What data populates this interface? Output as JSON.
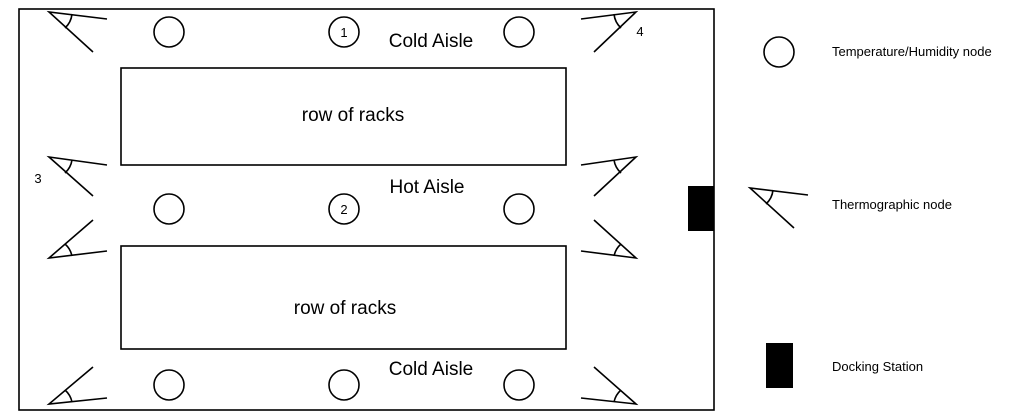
{
  "aisles": {
    "cold_top": "Cold Aisle",
    "hot": "Hot Aisle",
    "cold_bottom": "Cold Aisle"
  },
  "racks": {
    "top": "row of racks",
    "bottom": "row of racks"
  },
  "node_numbers": {
    "temp_top_center": "1",
    "temp_hot_center": "2",
    "thermo_left_hot_top": "3",
    "thermo_right_cold_top": "4"
  },
  "legend": {
    "temp_humidity": "Temperature/Humidity node",
    "thermographic": "Thermographic node",
    "docking": "Docking Station"
  },
  "colors": {
    "line": "#000000",
    "background": "#ffffff",
    "docking_fill": "#000000"
  }
}
